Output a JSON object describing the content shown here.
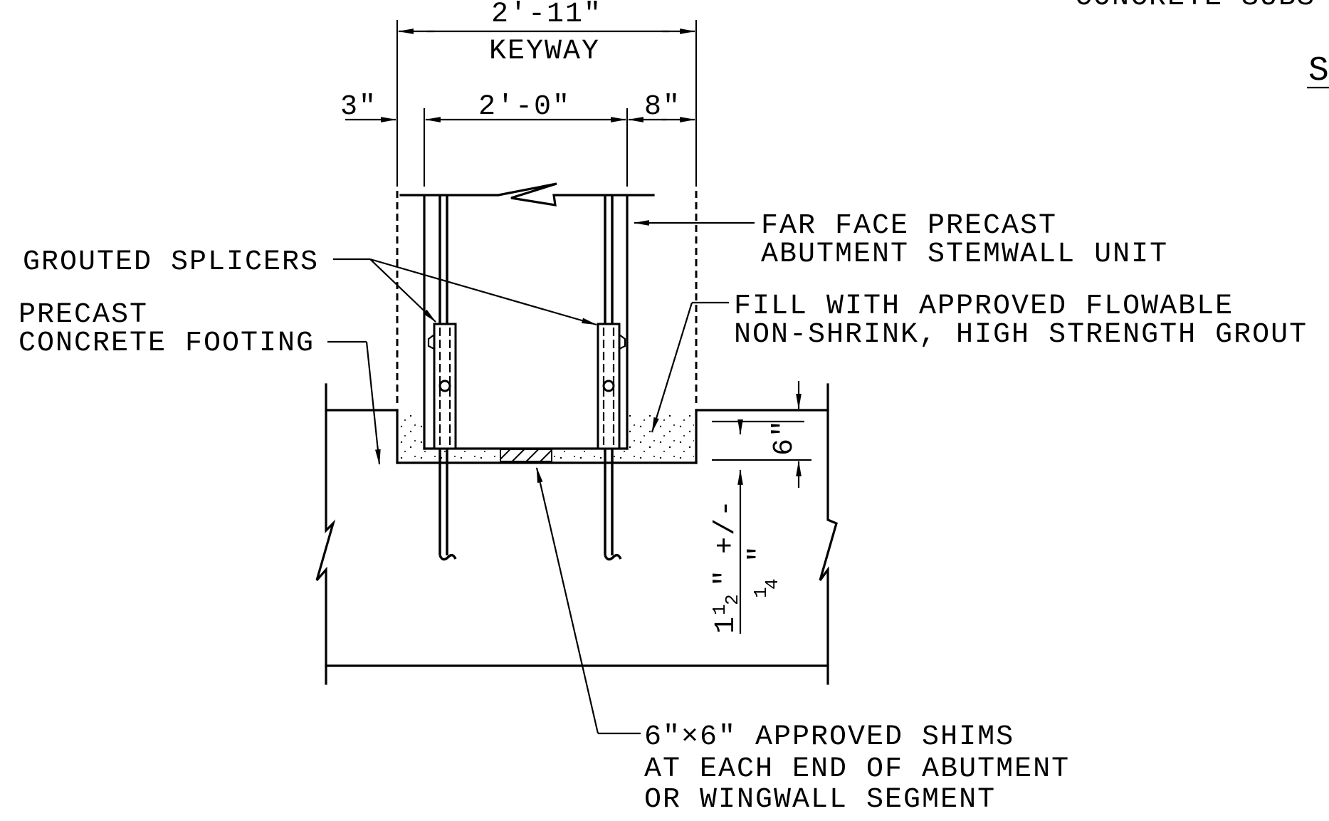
{
  "dimensions": {
    "overall": "2′-11\"",
    "keyway": "KEYWAY",
    "left": "3\"",
    "middle": "2′-0\"",
    "right": "8\"",
    "depth": "6\"",
    "tolerance_whole": "1",
    "tolerance_half_num": "1",
    "tolerance_half_den": "2",
    "tolerance_inch": "\"",
    "tolerance_pm": "+/-",
    "tolerance_q_num": "1",
    "tolerance_q_den": "4",
    "tolerance_q_inch": "\""
  },
  "labels": {
    "grouted_splicers": "GROUTED SPLICERS",
    "footing_line1": "PRECAST",
    "footing_line2": "CONCRETE FOOTING",
    "far_face_line1": "FAR FACE PRECAST",
    "far_face_line2": "ABUTMENT STEMWALL UNIT",
    "fill_line1": "FILL WITH APPROVED FLOWABLE",
    "fill_line2": "NON-SHRINK, HIGH STRENGTH GROUT",
    "shims_line1": "6\"×6\" APPROVED SHIMS",
    "shims_line2": "AT EACH END OF ABUTMENT",
    "shims_line3": "OR WINGWALL SEGMENT"
  },
  "partial": {
    "top_right": "CONCRETE SUBS",
    "heading_fragment": "S"
  }
}
